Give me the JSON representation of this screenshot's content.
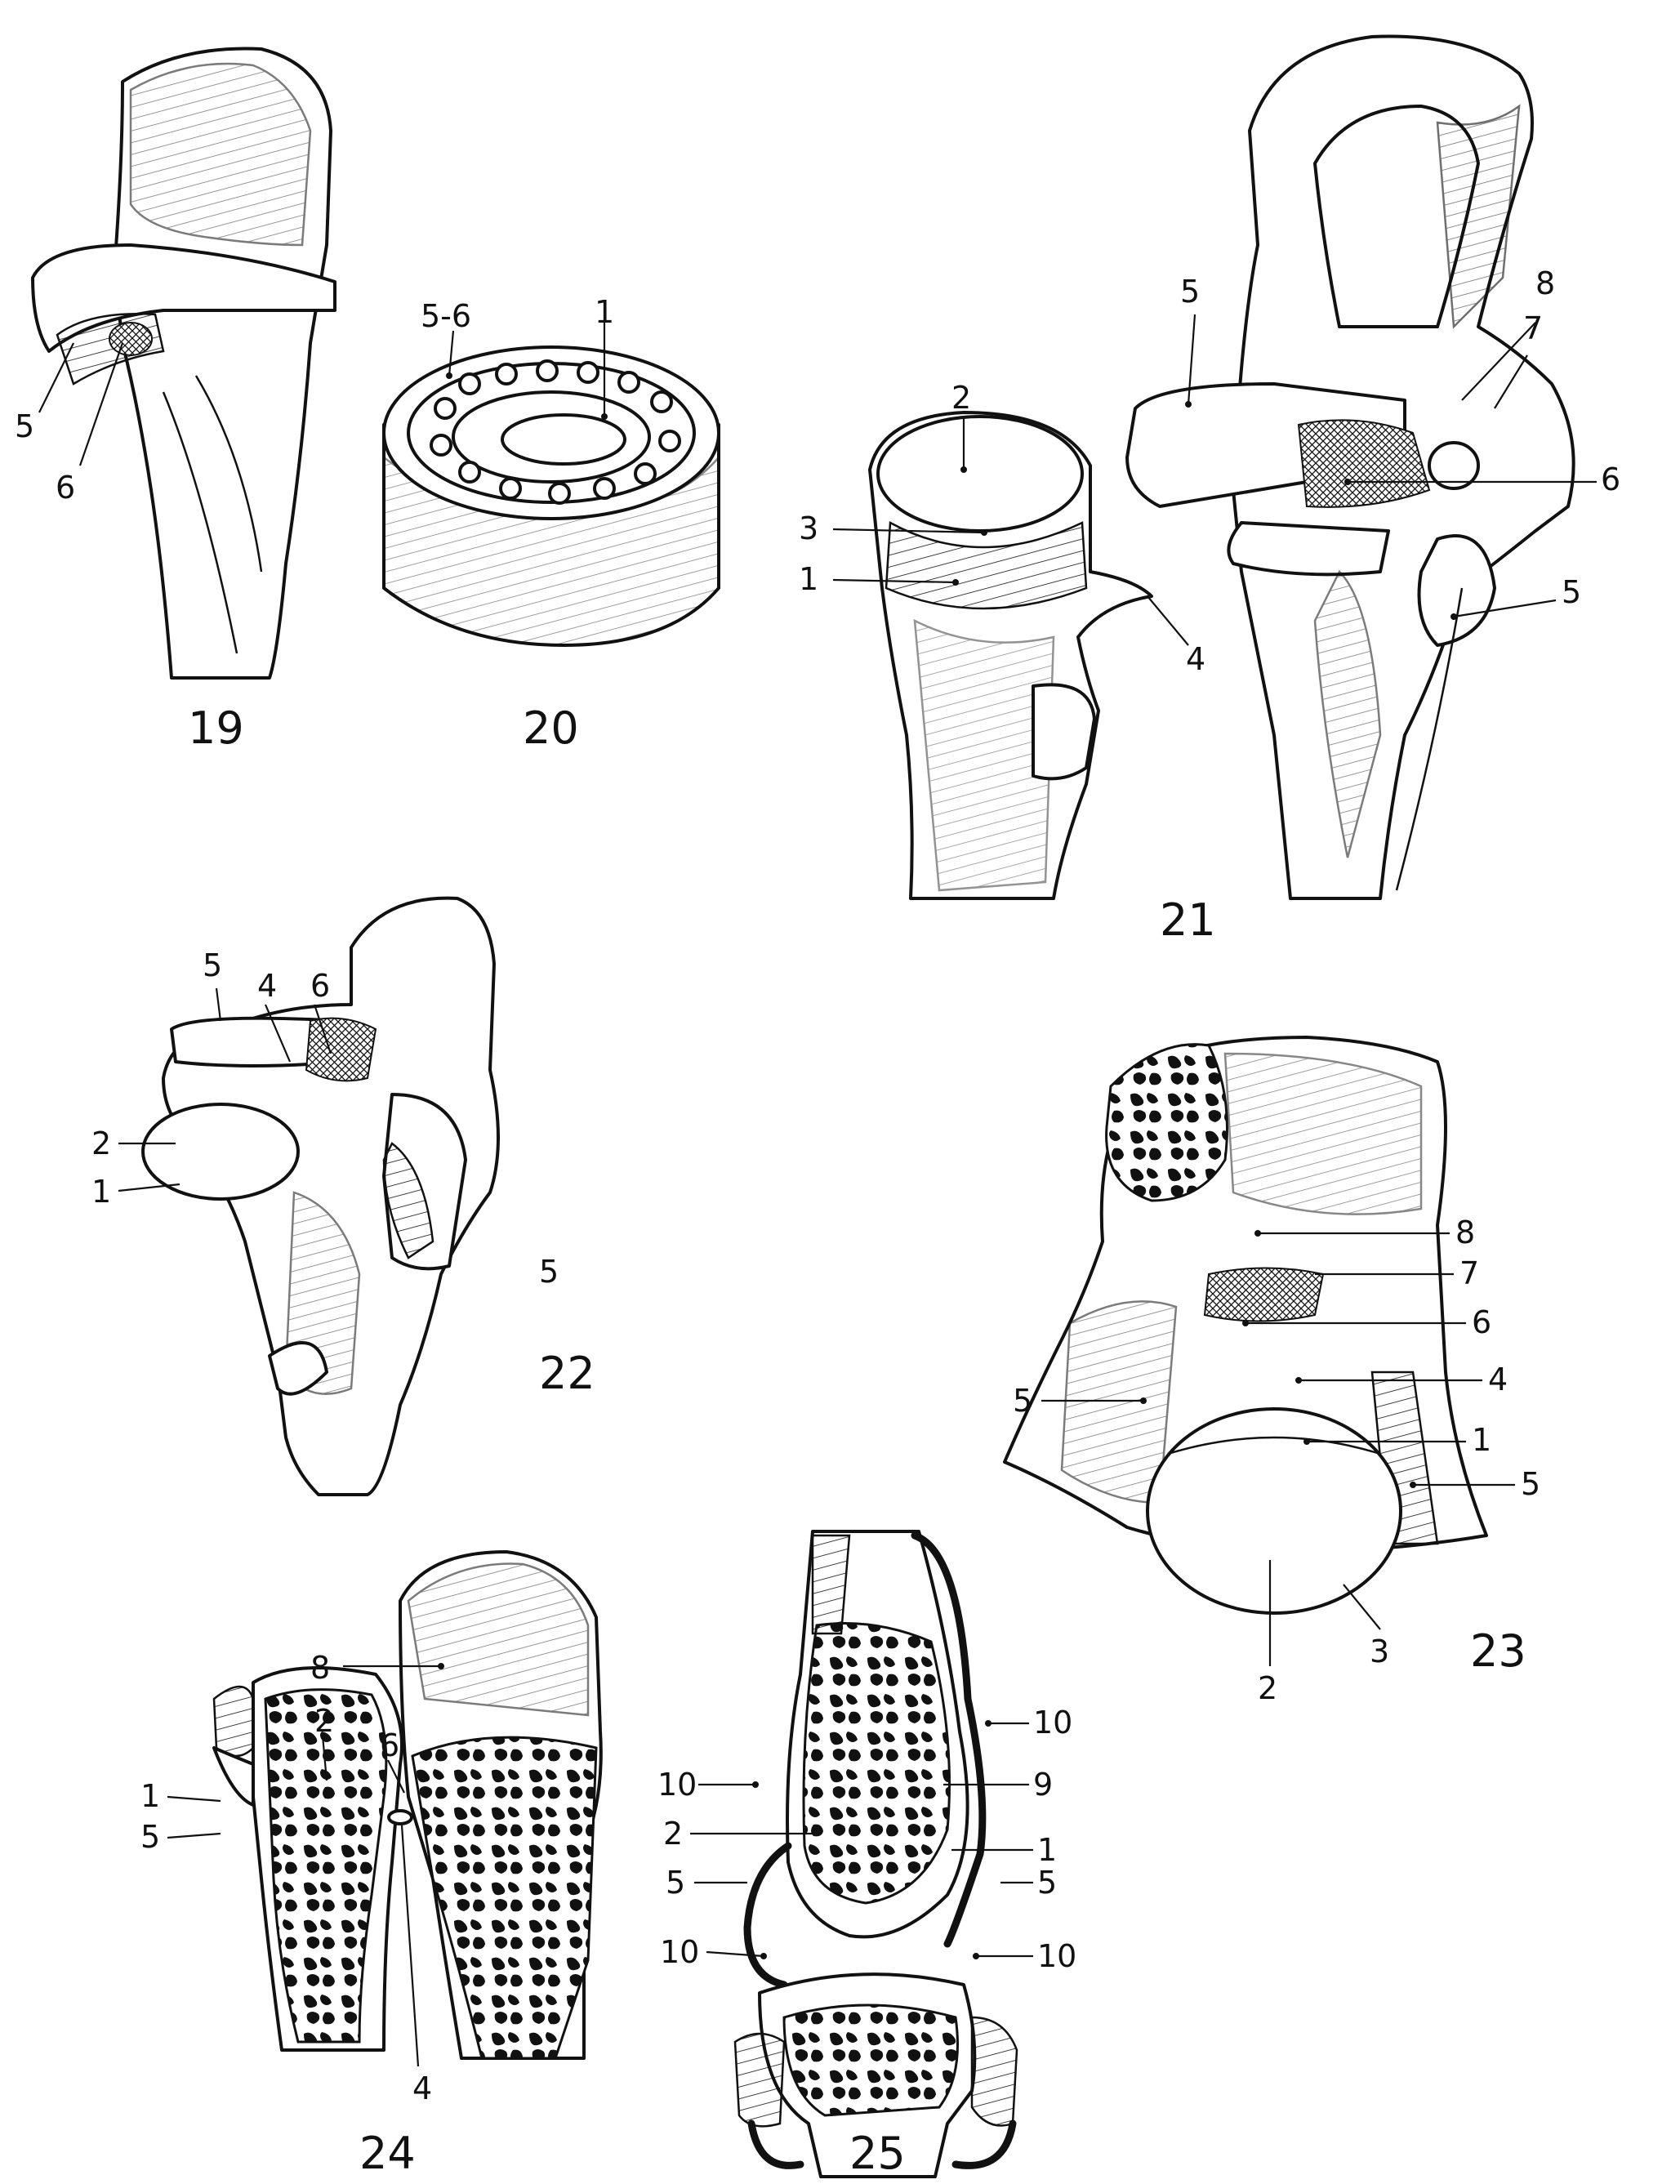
{
  "figures": [
    {
      "number": "19",
      "labels": [
        "5",
        "6"
      ]
    },
    {
      "number": "20",
      "labels": [
        "5-6",
        "1"
      ]
    },
    {
      "number": "21",
      "labels": [
        "2",
        "3",
        "1",
        "4",
        "5",
        "8",
        "7",
        "6",
        "5"
      ]
    },
    {
      "number": "22",
      "labels": [
        "5",
        "4",
        "6",
        "2",
        "1",
        "5"
      ]
    },
    {
      "number": "23",
      "labels": [
        "8",
        "7",
        "6",
        "5",
        "4",
        "1",
        "5",
        "2",
        "3"
      ]
    },
    {
      "number": "24",
      "labels": [
        "8",
        "2",
        "6",
        "1",
        "5",
        "4"
      ]
    },
    {
      "number": "25",
      "labels": [
        "10",
        "10",
        "9",
        "2",
        "1",
        "5",
        "5",
        "10",
        "10"
      ]
    }
  ],
  "colors": {
    "ink": "#111111",
    "paper": "#ffffff"
  }
}
